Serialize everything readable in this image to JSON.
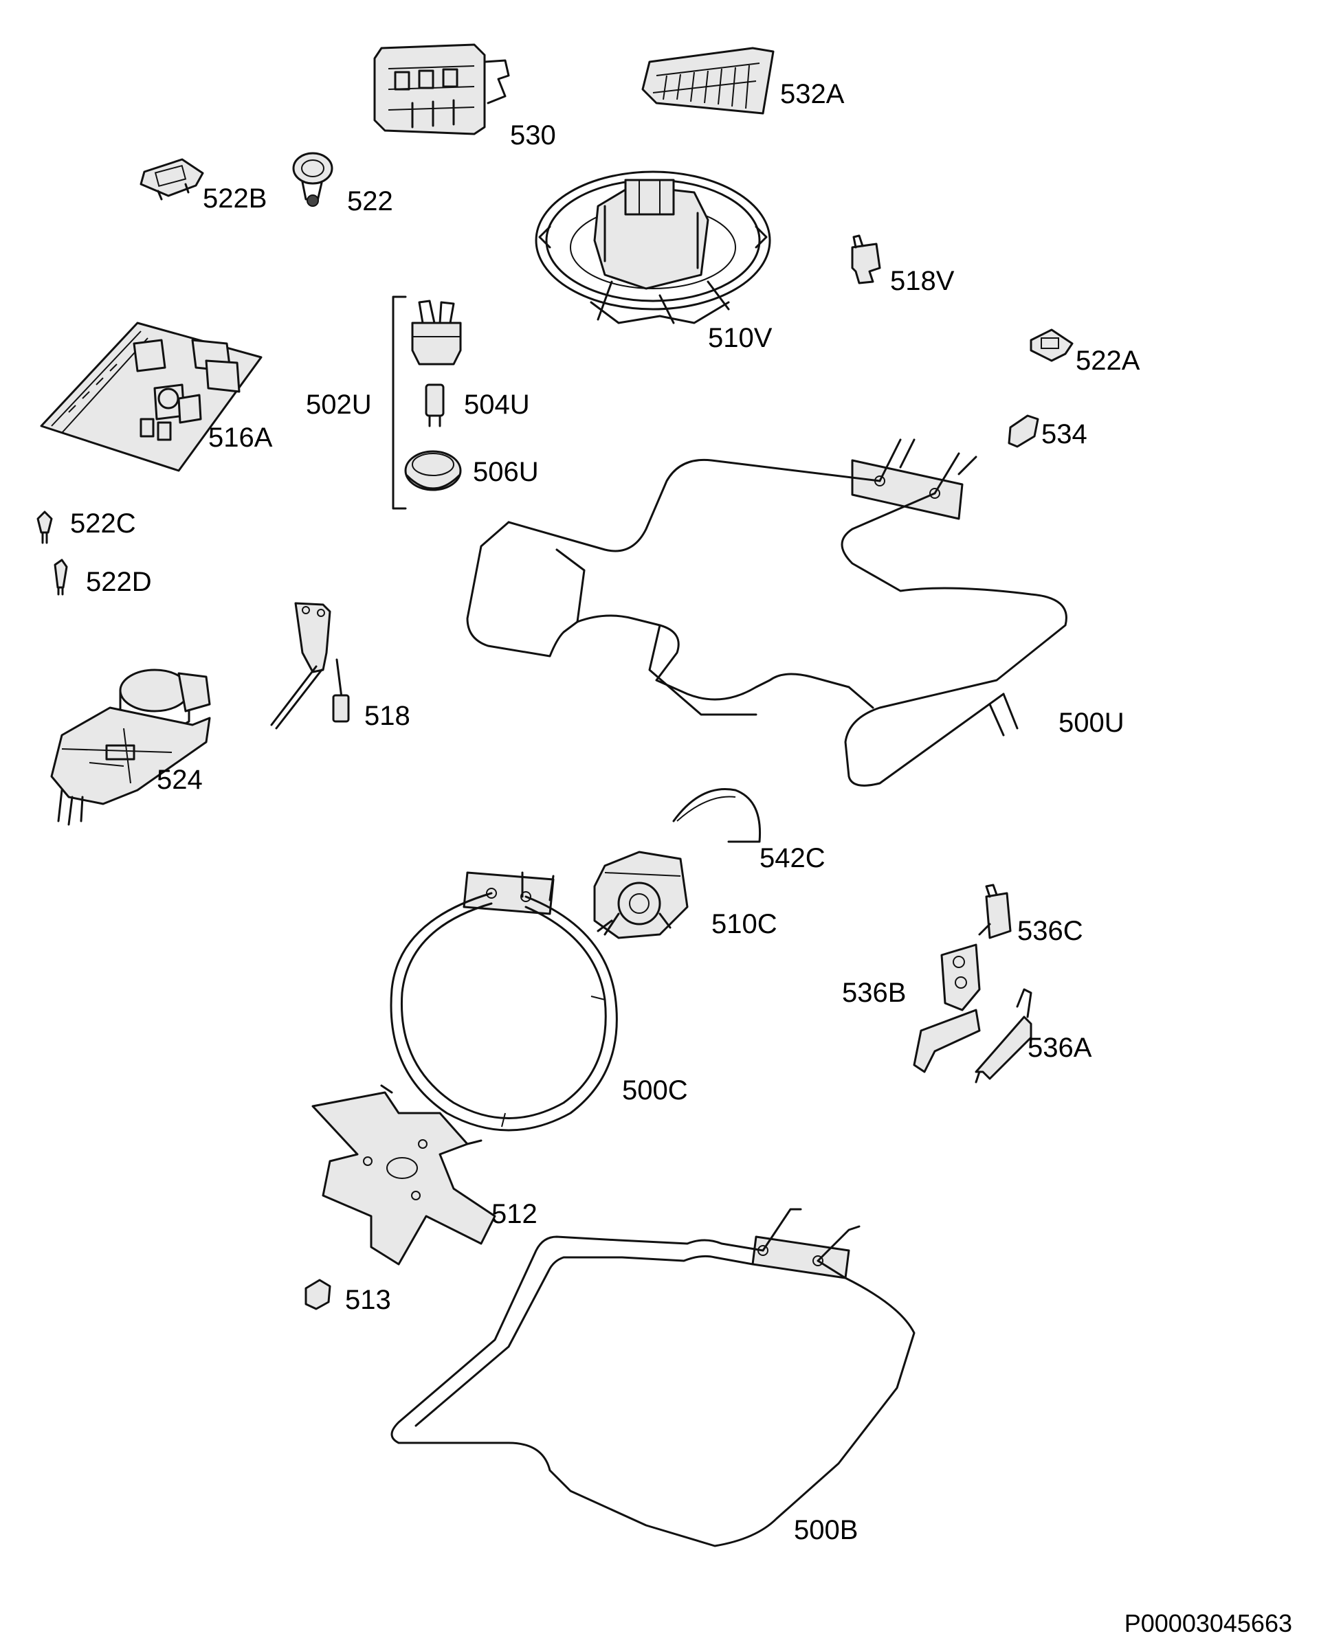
{
  "labels": {
    "p530": "530",
    "p532A": "532A",
    "p522B": "522B",
    "p522": "522",
    "p518V": "518V",
    "p510V": "510V",
    "p522A": "522A",
    "p502U": "502U",
    "p504U": "504U",
    "p506U": "506U",
    "p516A": "516A",
    "p534": "534",
    "p522C": "522C",
    "p522D": "522D",
    "p518": "518",
    "p500U": "500U",
    "p524": "524",
    "p542C": "542C",
    "p510C": "510C",
    "p536C": "536C",
    "p536B": "536B",
    "p536A": "536A",
    "p500C": "500C",
    "p512": "512",
    "p513": "513",
    "p500B": "500B"
  },
  "reference_code": "P00003045663"
}
